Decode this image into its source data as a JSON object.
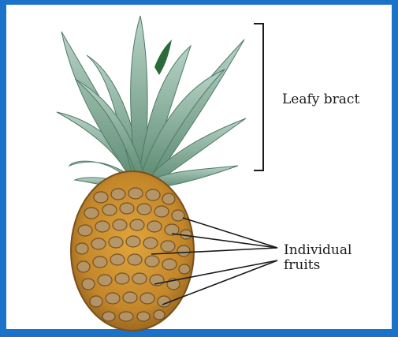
{
  "labels": {
    "leafy_bract": "Leafy bract",
    "individual_fruits_line1": "Individual",
    "individual_fruits_line2": "fruits"
  },
  "colors": {
    "border": "#1a73c8",
    "leaf_dark": "#5e8a74",
    "leaf_light": "#a9c9bd",
    "fruit_body": "#c98c2a",
    "fruit_eye": "#9a7a55",
    "lines": "#1a1a1a"
  }
}
